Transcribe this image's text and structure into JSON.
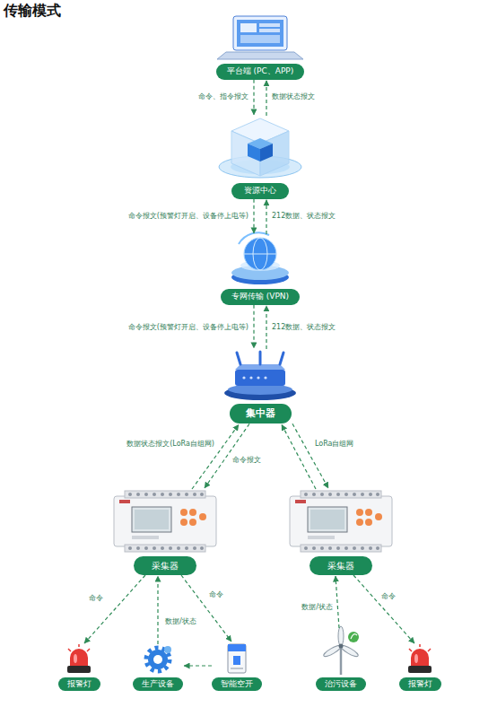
{
  "diagram": {
    "title": "传输模式",
    "nodes": [
      {
        "text": [
          "平台端 (PC、APP)"
        ]
      },
      {
        "text": [
          "资源中心"
        ]
      },
      {
        "text": [
          "专网传输 (VPN)"
        ]
      },
      {
        "text": [
          "集中器"
        ]
      },
      {
        "text": [
          "采集器"
        ]
      },
      {
        "text": [
          "采集器"
        ]
      },
      {
        "text": [
          "报警灯"
        ]
      },
      {
        "text": [
          "生产设备"
        ]
      },
      {
        "text": [
          "智能空开"
        ]
      },
      {
        "text": [
          "治污设备"
        ]
      },
      {
        "text": [
          "报警灯"
        ]
      }
    ],
    "edges": [
      {
        "from": 0,
        "to": 1,
        "arrow": "to",
        "label": "命令、指令报文"
      },
      {
        "from": 1,
        "to": 0,
        "arrow": "to",
        "label": "数据状态报文"
      },
      {
        "from": 1,
        "to": 2,
        "arrow": "to",
        "label": "命令报文(预警灯开启、设备停上电等)"
      },
      {
        "from": 2,
        "to": 1,
        "arrow": "to",
        "label": "212数据、状态报文"
      },
      {
        "from": 2,
        "to": 3,
        "arrow": "to",
        "label": "命令报文(预警灯开启、设备停上电等)"
      },
      {
        "from": 3,
        "to": 2,
        "arrow": "to",
        "label": "212数据、状态报文"
      },
      {
        "from": 4,
        "to": 3,
        "arrow": "to",
        "label": "数据状态报文(LoRa自组网)"
      },
      {
        "from": 3,
        "to": 4,
        "arrow": "to",
        "label": "命令报文"
      },
      {
        "from": 5,
        "to": 3,
        "arrow": "to",
        "label": "LoRa自组网"
      },
      {
        "from": 3,
        "to": 5,
        "arrow": "to"
      },
      {
        "from": 4,
        "to": 6,
        "arrow": "to",
        "label": "命令"
      },
      {
        "from": 7,
        "to": 4,
        "arrow": "to",
        "label": "数据/状态"
      },
      {
        "from": 4,
        "to": 8,
        "arrow": "to",
        "label": "命令"
      },
      {
        "from": 8,
        "to": 7,
        "arrow": "to"
      },
      {
        "from": 9,
        "to": 5,
        "arrow": "to",
        "label": "数据/状态"
      },
      {
        "from": 5,
        "to": 10,
        "arrow": "to",
        "label": "命令"
      }
    ]
  }
}
